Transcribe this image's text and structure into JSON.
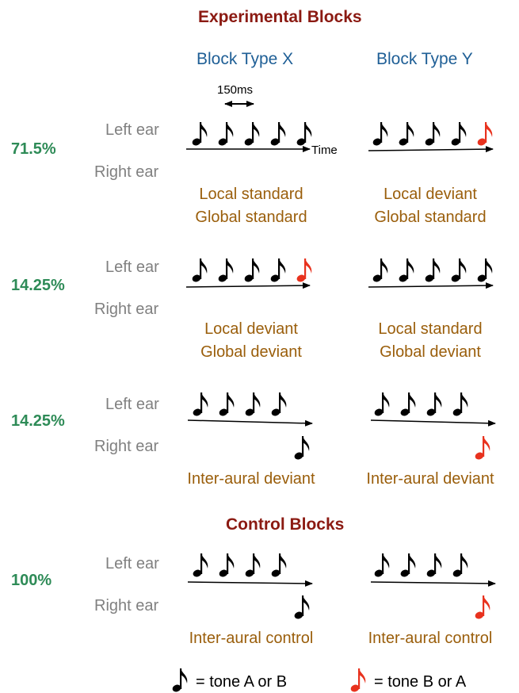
{
  "experimental_title": "Experimental Blocks",
  "control_title": "Control Blocks",
  "block_types": {
    "x": "Block Type X",
    "y": "Block Type Y"
  },
  "interval_label": "150ms",
  "time_label": "Time",
  "ear_labels": {
    "left": "Left ear",
    "right": "Right ear"
  },
  "rows": [
    {
      "percent": "71.5%",
      "x_label": [
        "Local standard",
        "Global standard"
      ],
      "y_label": [
        "Local deviant",
        "Global standard"
      ]
    },
    {
      "percent": "14.25%",
      "x_label": [
        "Local deviant",
        "Global deviant"
      ],
      "y_label": [
        "Local standard",
        "Global deviant"
      ]
    },
    {
      "percent": "14.25%",
      "x_label": [
        "Inter-aural deviant"
      ],
      "y_label": [
        "Inter-aural deviant"
      ]
    },
    {
      "percent": "100%",
      "x_label": [
        "Inter-aural control"
      ],
      "y_label": [
        "Inter-aural control"
      ]
    }
  ],
  "legend": {
    "black_text": "= tone A or B",
    "red_text": "= tone B or A"
  },
  "colors": {
    "tone_a": "#000000",
    "tone_b": "#e8321e"
  },
  "note_icon": "eighth-note-icon"
}
